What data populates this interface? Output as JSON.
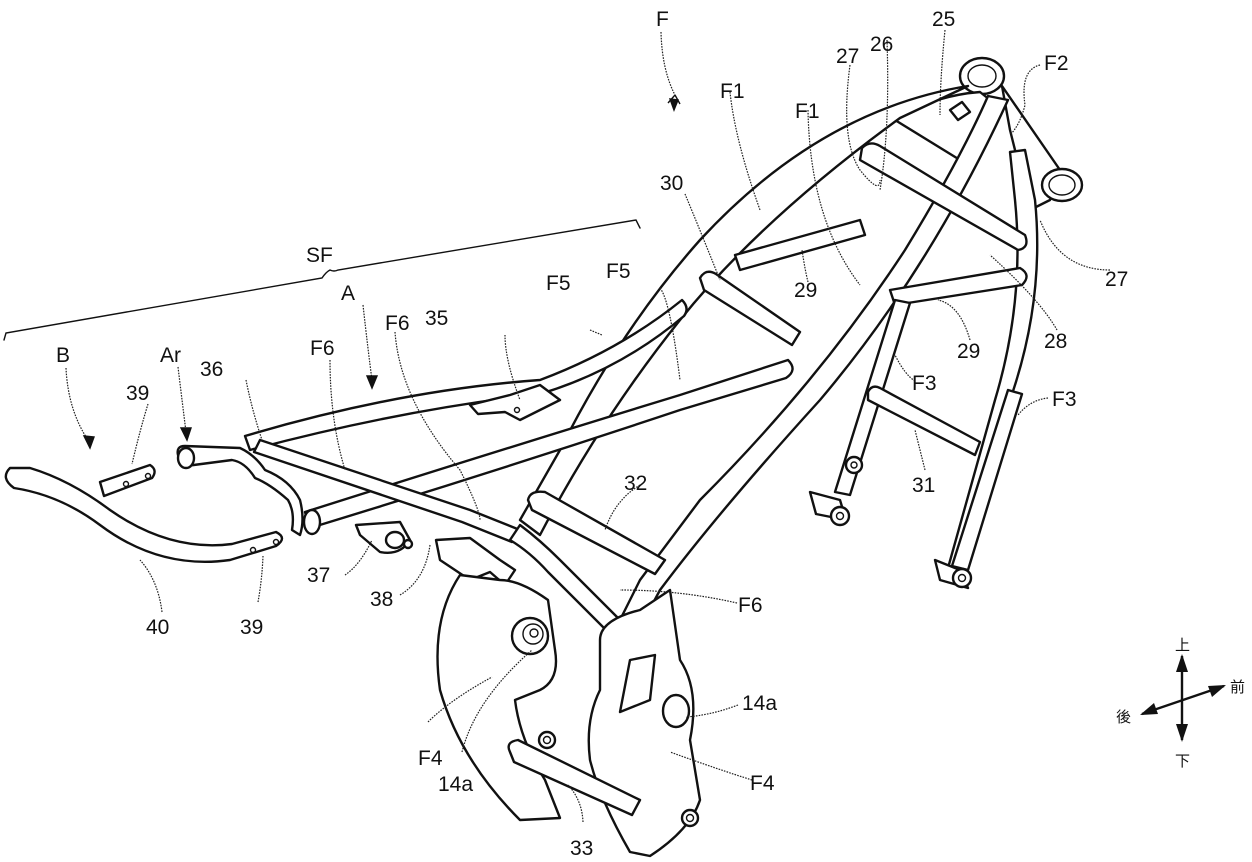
{
  "figure": {
    "subject": "Motorcycle body frame, perspective view",
    "labels": {
      "F": "F",
      "SF": "SF",
      "A": "A",
      "B": "B",
      "Ar": "Ar",
      "F1_left": "F1",
      "F1_right": "F1",
      "F2": "F2",
      "F3_mid": "F3",
      "F3_right": "F3",
      "F4_left": "F4",
      "F4_right": "F4",
      "F5_left": "F5",
      "F5_right": "F5",
      "F6_a": "F6",
      "F6_b": "F6",
      "F6_c": "F6",
      "n14a_left": "14a",
      "n14a_right": "14a",
      "n25": "25",
      "n26": "26",
      "n27_top": "27",
      "n27_right": "27",
      "n28": "28",
      "n29_left": "29",
      "n29_right": "29",
      "n30": "30",
      "n31": "31",
      "n32": "32",
      "n33": "33",
      "n35": "35",
      "n36": "36",
      "n37": "37",
      "n38": "38",
      "n39_top": "39",
      "n39_bottom": "39",
      "n40": "40"
    },
    "direction_indicator": {
      "up": "上",
      "down": "下",
      "front": "前",
      "rear": "後"
    }
  }
}
